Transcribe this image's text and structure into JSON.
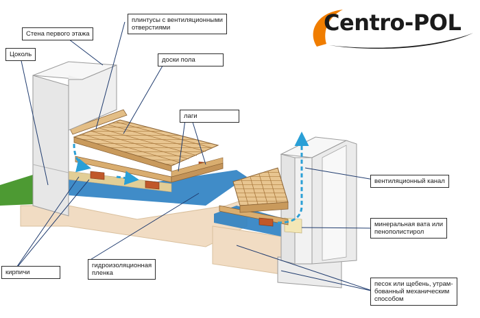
{
  "logo": {
    "text": "Centro-POL"
  },
  "labels": {
    "wall_first_floor": "Стена первого этажа",
    "plinths": [
      "плинтусы с вентиляционными",
      "отверстиями"
    ],
    "socle": "Цоколь",
    "floor_boards": "доски пола",
    "joists": "лаги",
    "vent_channel": "вентиляционный канал",
    "insulation": [
      "минеральная вата или",
      "пенополистирол"
    ],
    "bricks": "кирпичи",
    "waterproofing": [
      "гидроизоляционная",
      "пленка"
    ],
    "sand": [
      "песок или щебень, утрам-",
      "бованный механическим",
      "способом"
    ]
  },
  "colors": {
    "wood": "#e6c08a",
    "wood_dark": "#b88a4e",
    "concrete": "#eeeeee",
    "brick": "#c0582a",
    "membrane": "#2b7fc2",
    "airflow": "#2a9fd6",
    "ground": "#f1dcc3",
    "grass": "#4d9a33",
    "logo_swoosh": "#f07d00"
  }
}
